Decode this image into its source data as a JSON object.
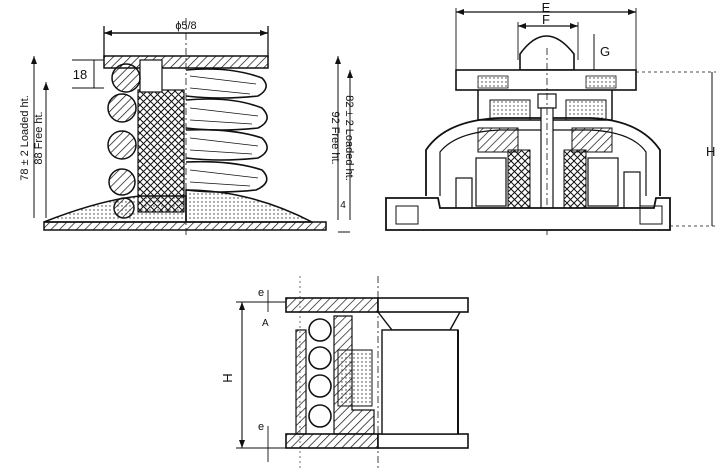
{
  "drawing_1": {
    "dim_top": "ɸ5/8",
    "dim_top_label": "18",
    "left_text_loaded": "78 ± 2 Loaded ht.",
    "left_text_free": "88 Free ht.",
    "right_text_free": "92 Free ht.",
    "right_text_loaded": "82 ± 2 Loaded ht.",
    "right_small": "4"
  },
  "drawing_2": {
    "label_e": "E",
    "label_f": "F",
    "label_g": "G",
    "label_h": "H"
  },
  "drawing_3": {
    "label_h": "H",
    "label_e_top": "e",
    "label_e_bottom": "e",
    "label_a": "A"
  }
}
